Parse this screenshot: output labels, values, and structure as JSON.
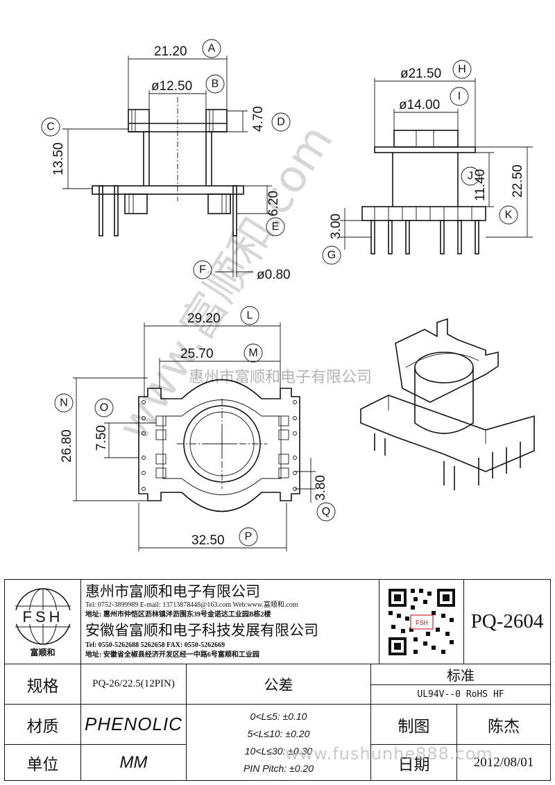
{
  "dimensions": {
    "A": "21.20",
    "B": "ø12.50",
    "C": "13.50",
    "D": "4.70",
    "E": "6.20",
    "F": "ø0.80",
    "G": "3.00",
    "H": "ø21.50",
    "I": "ø14.00",
    "J": "11.40",
    "K": "22.50",
    "L": "29.20",
    "M": "25.70",
    "N": "26.80",
    "O": "7.50",
    "P": "32.50",
    "Q": "3.80"
  },
  "callouts": [
    "A",
    "B",
    "C",
    "D",
    "E",
    "F",
    "G",
    "H",
    "I",
    "J",
    "K",
    "L",
    "M",
    "N",
    "O",
    "P",
    "Q"
  ],
  "watermark": {
    "company_cn": "惠州市富顺和电子有限公司",
    "site_diag": "www.富顺和.com",
    "site_bottom": "www.fushunhe888.com"
  },
  "title_block": {
    "logo_text": "FSH",
    "logo_caption": "富顺和",
    "company1": "惠州市富顺和电子有限公司",
    "company1_contact": "Tel:   0752-3899989   E-mail: 13713878448@163.com   Web:www.富顺和.com",
    "company1_address": "地址: 惠州市仲恺区沥林镇泮沥围东39号金诺达工业园B栋2楼",
    "company2": "安徽省富顺和电子科技发展有限公司",
    "company2_contact": "Tel:   0550-5262688   5262658      FAX:  0550-5262669",
    "company2_address": "地址: 安徽省全椒县经济开发区经一中路6号富顺和工业园",
    "qr_text": "FSH",
    "part_number": "PQ-2604",
    "spec_label": "规格",
    "spec_value": "PQ-26/22.5(12PIN)",
    "material_label": "材质",
    "material_value": "PHENOLIC",
    "unit_label": "单位",
    "unit_value": "MM",
    "tolerance_label": "公差",
    "tolerances": [
      "0<L≤5: ±0.10",
      "5<L≤10: ±0.20",
      "10<L≤30: ±0.30",
      "PIN Pitch: ±0.20"
    ],
    "standard_label": "标准",
    "standard_value": "UL94V--0  RoHS HF",
    "drawn_label": "制图",
    "drawn_value": "陈杰",
    "date_label": "日期",
    "date_value": "2012/08/01"
  }
}
